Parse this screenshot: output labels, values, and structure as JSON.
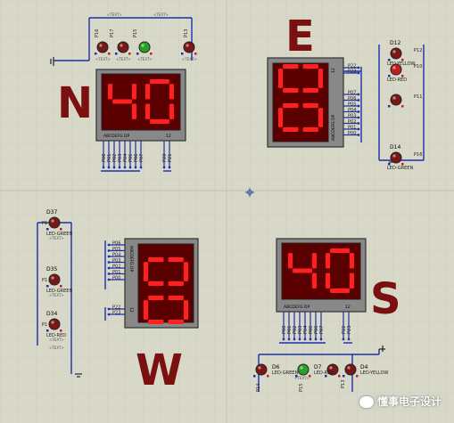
{
  "directions": {
    "north": "N",
    "east": "E",
    "west": "W",
    "south": "S"
  },
  "displays": {
    "north": {
      "digits": "40",
      "segment_label": "ABCDEFG DP",
      "common_label": "12"
    },
    "east": {
      "digits": "00",
      "segment_label": "ABCDEFG DP",
      "common_label": "12"
    },
    "west": {
      "digits": "00",
      "segment_label": "ABCDEFG DP",
      "common_label": "12"
    },
    "south": {
      "digits": "40",
      "segment_label": "ABCDEFG DP",
      "common_label": "12"
    }
  },
  "north_pins_top": [
    "P16",
    "P17",
    "P15",
    "P13"
  ],
  "north_pins_bottom": [
    "P00",
    "P01",
    "P02",
    "P03",
    "P04",
    "P05",
    "P06",
    "P07",
    "P20",
    "P21"
  ],
  "east_pins_right": [
    "P22",
    "P23",
    "P07",
    "P06",
    "P05",
    "P04",
    "P03",
    "P02",
    "P01",
    "P00"
  ],
  "west_pins_left": [
    "P06",
    "P05",
    "P04",
    "P03",
    "P02",
    "P01",
    "P00",
    "P22",
    "P23"
  ],
  "south_pins_bottom": [
    "P00",
    "P01",
    "P02",
    "P03",
    "P04",
    "P05",
    "P06",
    "P07",
    "P22",
    "P23"
  ],
  "east_leds": [
    {
      "ref": "D12",
      "pin": "P12",
      "label": "LED-YELLOW"
    },
    {
      "ref": "",
      "pin": "P10",
      "label": "LED-RED"
    },
    {
      "ref": "",
      "pin": "P11",
      "label": ""
    },
    {
      "ref": "D14",
      "pin": "P16",
      "label": "LED-GREEN"
    }
  ],
  "west_leds": [
    {
      "ref": "D37",
      "pin": "P1",
      "label": "LED-GREEN"
    },
    {
      "ref": "D35",
      "pin": "P1",
      "label": "LED-GREEN"
    },
    {
      "ref": "D34",
      "pin": "P1",
      "label": "LED-RED"
    }
  ],
  "south_leds": [
    {
      "ref": "D6",
      "pin": "P14",
      "label": "LED-GREEN"
    },
    {
      "ref": "D7",
      "pin": "P15",
      "label": "LED-RED"
    },
    {
      "ref": "D4",
      "pin": "P13",
      "label": "LED-YELLOW"
    }
  ],
  "text_placeholder": "<TEXT>",
  "watermark": "懂事电子设计",
  "colors": {
    "background": "#d8d8c8",
    "wire": "#1a2faa",
    "direction": "#7a1010",
    "segment_on": "#ff2020",
    "segment_off": "#5a0000",
    "led_green": "#2aa02a",
    "led_red": "#c02020"
  }
}
